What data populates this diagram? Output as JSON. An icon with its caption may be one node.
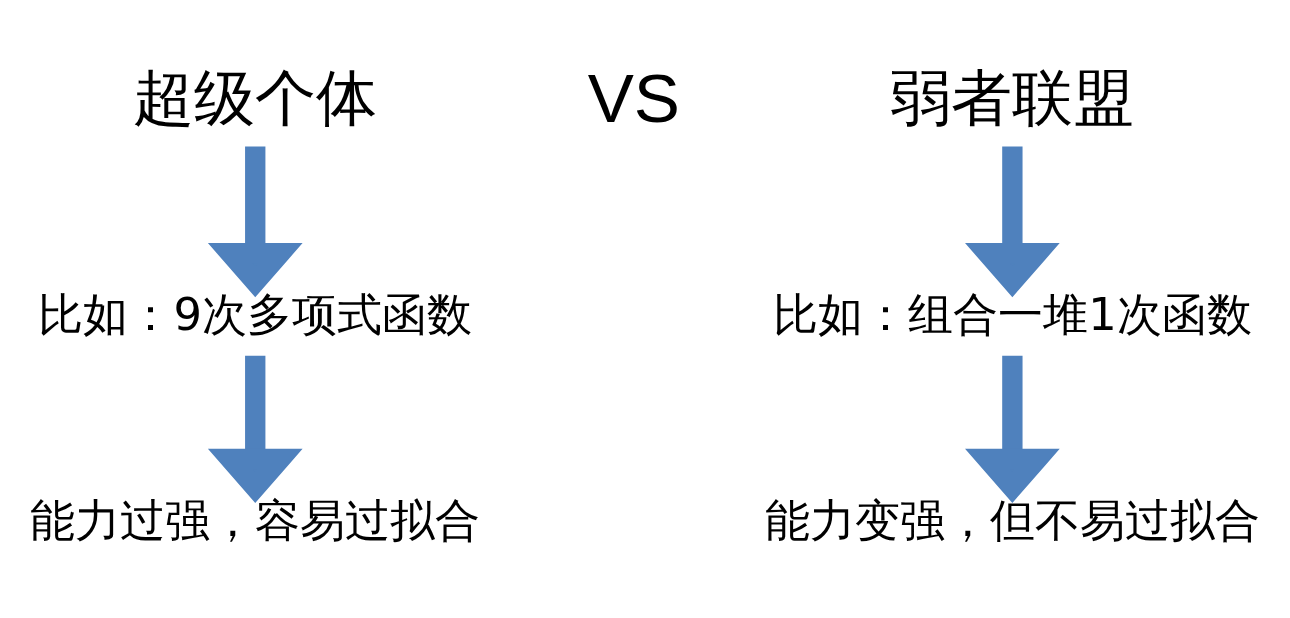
{
  "diagram": {
    "nodes": [
      {
        "text": [
          "超级个体"
        ]
      },
      {
        "text": [
          "比如：9次多项式函数"
        ]
      },
      {
        "text": [
          "能力过强，容易过拟合"
        ]
      },
      {
        "text": [
          "弱者联盟"
        ]
      },
      {
        "text": [
          "比如：组合一堆1次函数"
        ]
      },
      {
        "text": [
          "能力变强，但不易过拟合"
        ]
      }
    ],
    "edges": [
      {
        "from": 0,
        "to": 1,
        "arrow": "to"
      },
      {
        "from": 1,
        "to": 2,
        "arrow": "to"
      },
      {
        "from": 3,
        "to": 4,
        "arrow": "to"
      },
      {
        "from": 4,
        "to": 5,
        "arrow": "to"
      }
    ],
    "labels": [
      "VS"
    ]
  }
}
